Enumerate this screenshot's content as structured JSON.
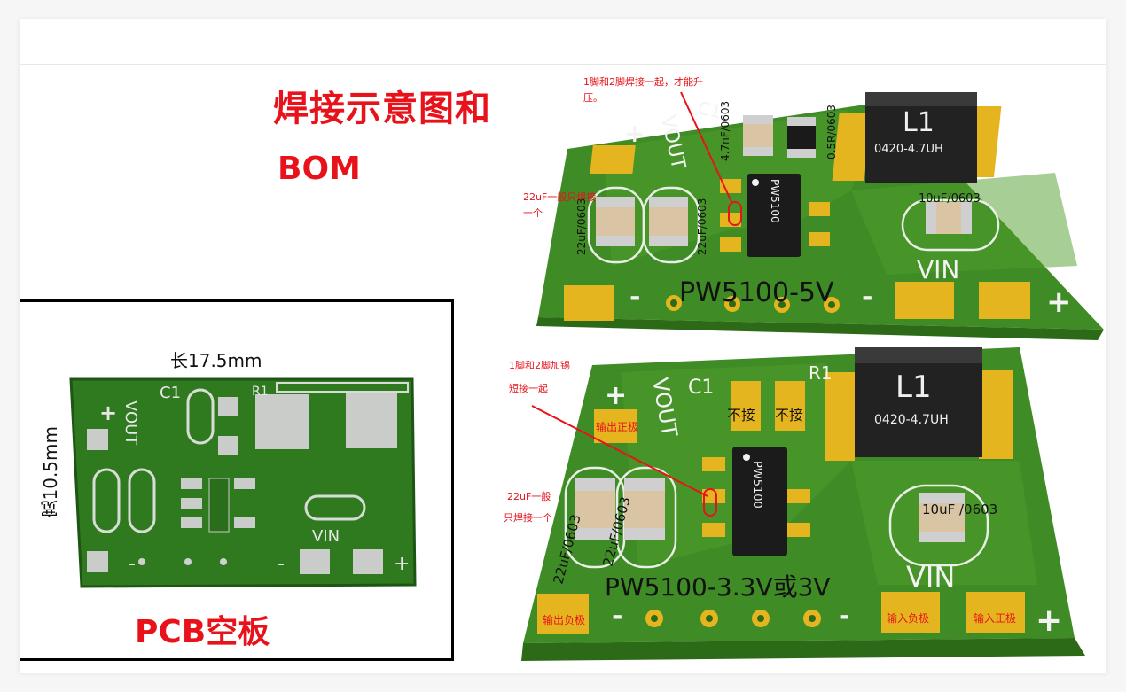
{
  "title_line1": "焊接示意图和",
  "title_line2": "BOM",
  "pcb_blank": {
    "title": "PCB空板",
    "length_label": "长17.5mm",
    "width_label": "宽10.5mm",
    "silk": {
      "c1": "C1",
      "r1": "R1",
      "vout": "VOUT",
      "vin": "VIN",
      "plus": "+",
      "minus": "-"
    }
  },
  "board_5v": {
    "name": "PW5100-5V",
    "note": "1脚和2脚焊接一起，才能升压。",
    "cap_note": "22uF一般只焊接一个",
    "inductor_top": "L1",
    "inductor_value": "0420-4.7UH",
    "c1_value": "4.7nF/0603",
    "r1_value": "0.5R/0603",
    "cin_value": "10uF/0603",
    "cout_value_a": "22uF/0603",
    "cout_value_b": "22uF/0603",
    "ic_label": "PW5100",
    "silk_c1": "C1",
    "silk_vout": "VOUT",
    "silk_vin": "VIN",
    "plus": "+",
    "minus": "-"
  },
  "board_3v3": {
    "name": "PW5100-3.3V或3V",
    "note_line1": "1脚和2脚加锡",
    "note_line2": "短接一起",
    "cap_note_line1": "22uF一般",
    "cap_note_line2": "只焊接一个",
    "inductor_top": "L1",
    "inductor_value": "0420-4.7UH",
    "no_connect_a": "不接",
    "no_connect_b": "不接",
    "cin_value": "10uF /0603",
    "cout_value_a": "22uF/0603",
    "cout_value_b": "22uF/0603",
    "ic_label": "PW5100",
    "silk_c1": "C1",
    "silk_r1": "R1",
    "silk_vout": "VOUT",
    "silk_vin": "VIN",
    "pad_out_pos": "输出正极",
    "pad_out_neg": "输出负极",
    "pad_in_neg": "输入负极",
    "pad_in_pos": "输入正极",
    "plus": "+",
    "minus": "-"
  },
  "colors": {
    "accent_red": "#e8121a",
    "pcb_green": "#3f8b25",
    "pad_gold": "#e5b51f"
  }
}
